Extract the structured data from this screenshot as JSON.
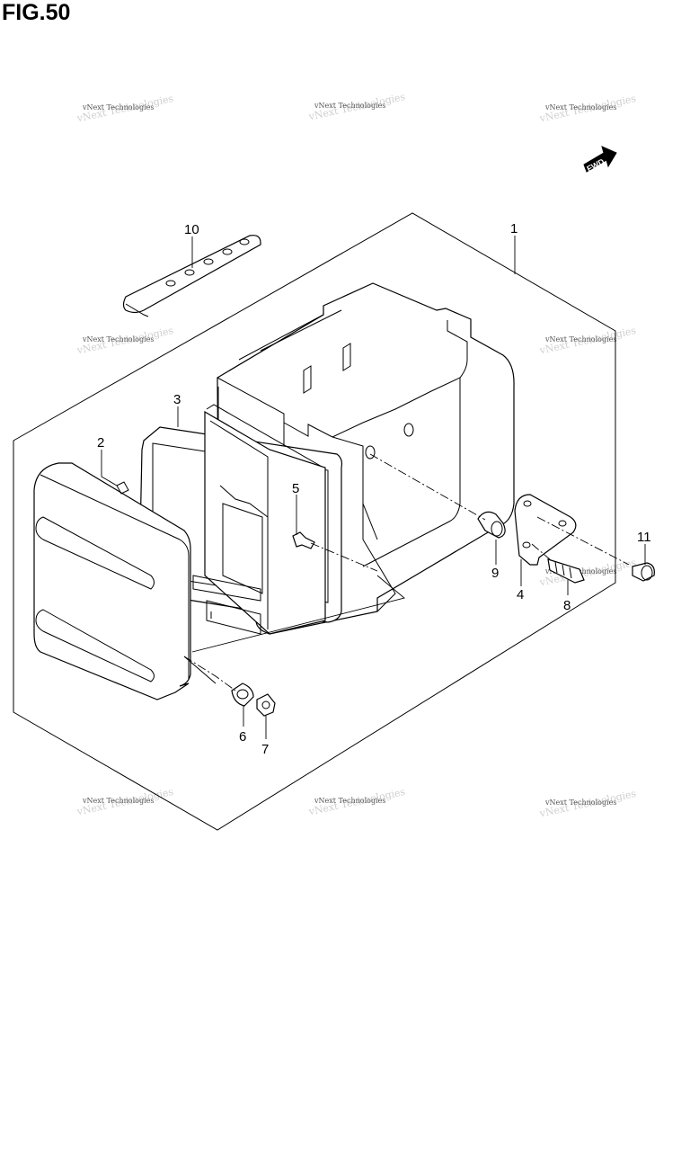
{
  "figure": {
    "title": "FIG.50"
  },
  "fwd_badge": {
    "label": "FWD"
  },
  "watermark": {
    "line1": "vNext Technologies",
    "line2": "vNext Technologies"
  },
  "callouts": [
    {
      "id": "c1",
      "label": "1"
    },
    {
      "id": "c2",
      "label": "2"
    },
    {
      "id": "c3",
      "label": "3"
    },
    {
      "id": "c4",
      "label": "4"
    },
    {
      "id": "c5",
      "label": "5"
    },
    {
      "id": "c6",
      "label": "6"
    },
    {
      "id": "c7",
      "label": "7"
    },
    {
      "id": "c8",
      "label": "8"
    },
    {
      "id": "c9",
      "label": "9"
    },
    {
      "id": "c10",
      "label": "10"
    },
    {
      "id": "c11",
      "label": "11"
    }
  ]
}
